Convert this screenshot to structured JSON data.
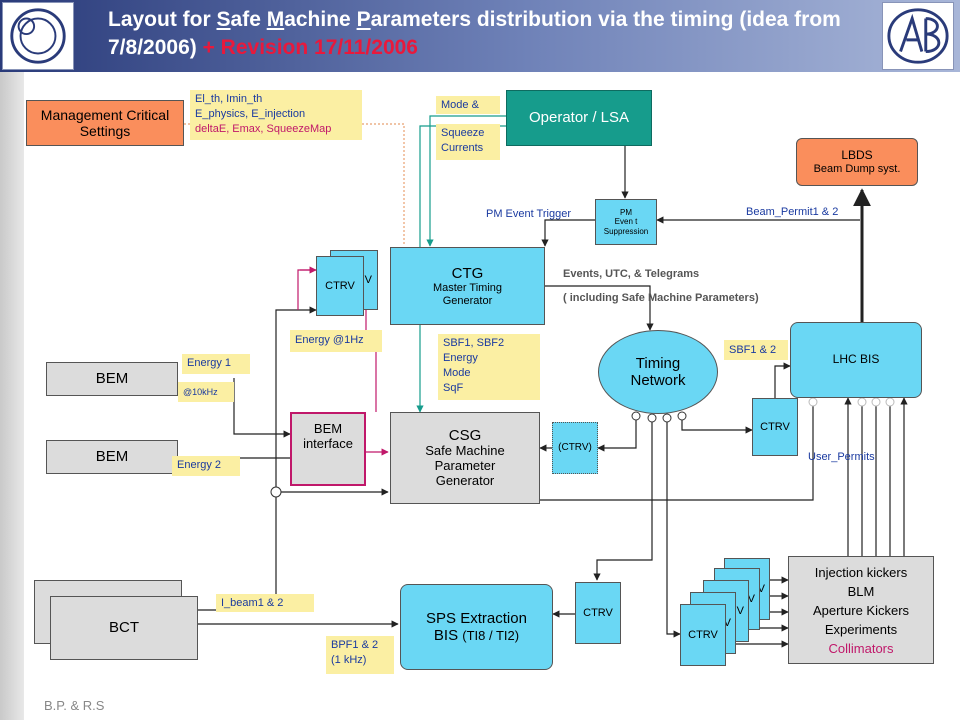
{
  "header": {
    "title_parts": [
      "Layout for ",
      "S",
      "afe ",
      "M",
      "achine ",
      "P",
      "arameters distribution via the timing (idea from 7/8/2006) "
    ],
    "revision": "+ Revision 17/11/2006"
  },
  "logos": {
    "left": "cern-logo",
    "right": "ab-logo"
  },
  "footer": {
    "author": "B.P. & R.S"
  },
  "nodes": {
    "management": "Management Critical Settings",
    "operator": "Operator / LSA",
    "lbds_title": "LBDS",
    "lbds_sub": "Beam Dump syst.",
    "pm_suppression": [
      "PM",
      "Even t",
      "Suppression"
    ],
    "ctg_title": "CTG",
    "ctg_sub": [
      "Master Timing",
      "Generator"
    ],
    "ctrv_label": "CTRV",
    "ctrv_back_fragment": "V",
    "timing_network": [
      "Timing",
      "Network"
    ],
    "lhc_bis": "LHC BIS",
    "bem1": "BEM",
    "bem2": "BEM",
    "bem_interface": [
      "BEM",
      "interface"
    ],
    "csg_title": "CSG",
    "csg_sub": [
      "Safe Machine",
      "Parameter",
      "Generator"
    ],
    "ctrv_paren": "(CTRV)",
    "bct": "BCT",
    "sps_title": "SPS Extraction",
    "sps_sub_main": "BIS ",
    "sps_sub_paren": "(TI8 / TI2)",
    "targets": [
      "Injection kickers",
      "BLM",
      "Aperture Kickers",
      "Experiments"
    ],
    "collimators": "Collimators"
  },
  "labels": {
    "settings_block": [
      "El_th, Imin_th",
      "E_physics, E_injection",
      "deltaE, Emax, SqueezeMap"
    ],
    "mode_squeeze_top": "Mode &",
    "mode_squeeze_bottom": [
      "Squeeze",
      "Currents"
    ],
    "pm_event_trigger": "PM Event Trigger",
    "beam_permit": "Beam_Permit1 & 2",
    "events_utc": "Events, UTC, & Telegrams",
    "including_smp": "( including Safe Machine Parameters)",
    "sbf_block": [
      "SBF1, SBF2",
      "Energy",
      "Mode",
      "SqF"
    ],
    "energy_1hz": "Energy @1Hz",
    "energy1": "Energy 1",
    "at10khz": "@10kHz",
    "energy2": "Energy 2",
    "sbf12": "SBF1 & 2",
    "user_permits": "User_Permits",
    "ibeam": "I_beam1   & 2",
    "bpf": [
      "BPF1 & 2",
      "(1 kHz)"
    ]
  },
  "colors": {
    "header_dark": "#2a3b7a",
    "revision": "#e8193c",
    "accent_pink": "#c0186a",
    "teal": "#169c8c",
    "blue_box": "#6ad7f4",
    "orange_box": "#fa8e5c",
    "yellow_label": "#fbefa3",
    "label_text": "#1a3aa0"
  }
}
